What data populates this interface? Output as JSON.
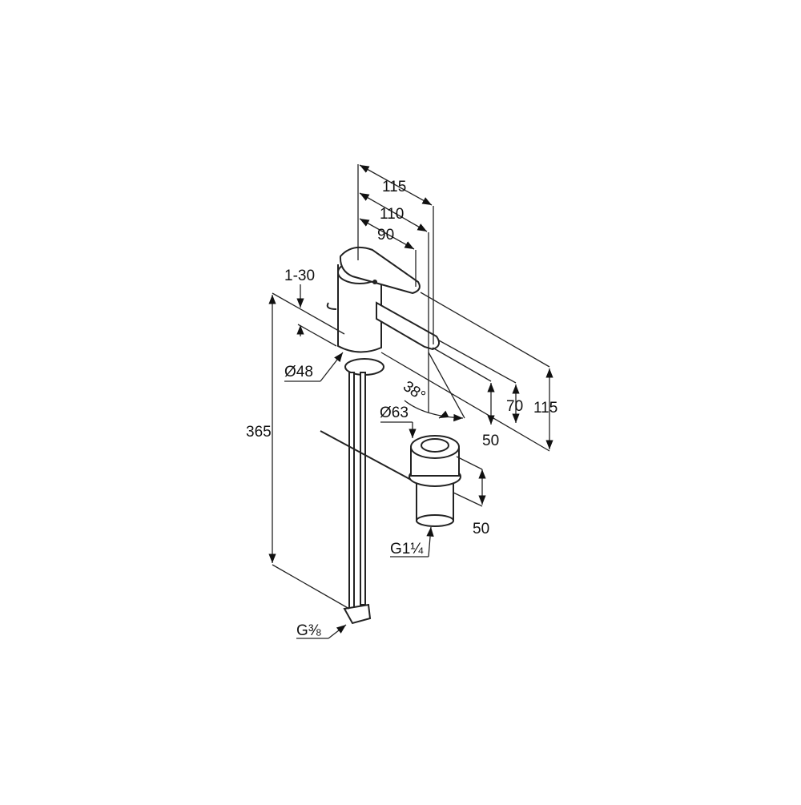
{
  "title": "Basin mixer dimension drawing",
  "dimensions": {
    "handle_reach_115": "115",
    "spout_reach_110": "110",
    "lever_reach_90": "90",
    "deck_thickness": "1-30",
    "body_diameter": "Ø48",
    "swivel_angle": "38°",
    "drain_diameter": "Ø63",
    "total_length": "365",
    "spout_height_50": "50",
    "outlet_height_70": "70",
    "total_height_115": "115",
    "drain_height_50": "50",
    "drain_thread": "G1¼",
    "supply_thread": "G⅜"
  },
  "colors": {
    "line": "#222222",
    "background": "#ffffff"
  }
}
